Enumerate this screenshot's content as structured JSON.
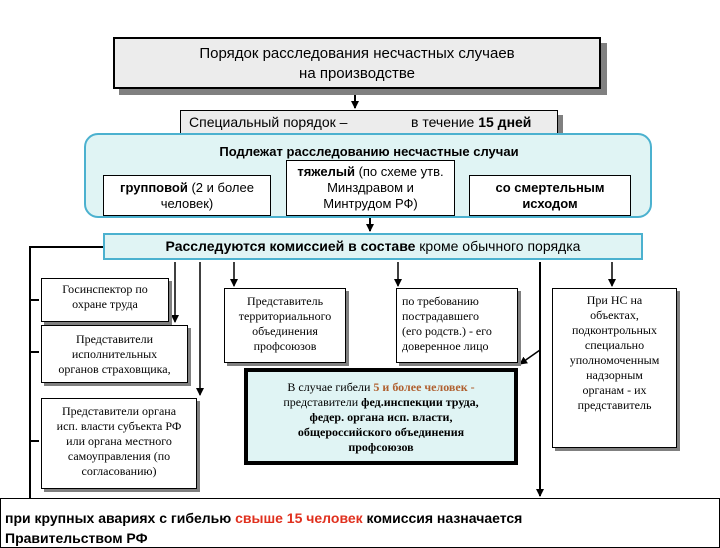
{
  "title": {
    "line1": "Порядок расследования несчастных случаев",
    "line2": "на производстве"
  },
  "special": {
    "label": "Специальный порядок –",
    "prefix": "в течение ",
    "days": "15 дней"
  },
  "panel": {
    "heading": "Подлежат расследованию несчастные случаи",
    "group": {
      "bold": "групповой",
      "rest": " (2 и более",
      "line2": "человек)"
    },
    "heavy": {
      "bold": "тяжелый",
      "rest": " (по схеме утв.",
      "line2": "Минздравом и",
      "line3": "Минтрудом РФ)"
    },
    "death": {
      "line1": "со смертельным",
      "line2": "исходом"
    }
  },
  "commission": {
    "bold": "Расследуются комиссией в составе",
    "rest": " кроме обычного порядка"
  },
  "members": {
    "gosinsp": {
      "line1": "Госинспектор по",
      "line2": "охране труда"
    },
    "insurer": {
      "line1": "Представители",
      "line2": "исполнительных",
      "line3": "органов страховщика,"
    },
    "subject": {
      "line1": "Представители органа",
      "line2": "исп. власти субъекта РФ",
      "line3": "или органа местного",
      "line4": "самоуправления (по",
      "line5": "согласованию)"
    },
    "union": {
      "line1": "Представитель",
      "line2": "территориального",
      "line3": "объединения",
      "line4": "профсоюзов"
    },
    "victim": {
      "line1": "по требованию",
      "line2": "пострадавшего",
      "line3": "(его родств.) - его",
      "line4": "доверенное лицо"
    },
    "ns": {
      "line1": "При НС на",
      "line2": "объектах,",
      "line3": "подконтрольных",
      "line4": "специально",
      "line5": "уполномоченным",
      "line6": "надзорным",
      "line7": "органам - их",
      "line8": "представитель"
    }
  },
  "death5": {
    "prefix": "В случае гибели ",
    "accent": "5 и более человек",
    "dash": " -",
    "line2a": "представители ",
    "line2b": "фед.инспекции труда,",
    "line3": "федер. органа исп. власти,",
    "line4": "общероссийского объединения",
    "line5": "профсоюзов"
  },
  "bottom": {
    "pre": "при крупных авариях с гибелью ",
    "red": "свыше 15 человек",
    "post": " комиссия назначается",
    "line2": "Правительством РФ"
  },
  "colors": {
    "panel_fill": "#e0f4f4",
    "panel_border": "#4bb1cf",
    "accent_red": "#e0301e",
    "accent_brown": "#b06030"
  }
}
